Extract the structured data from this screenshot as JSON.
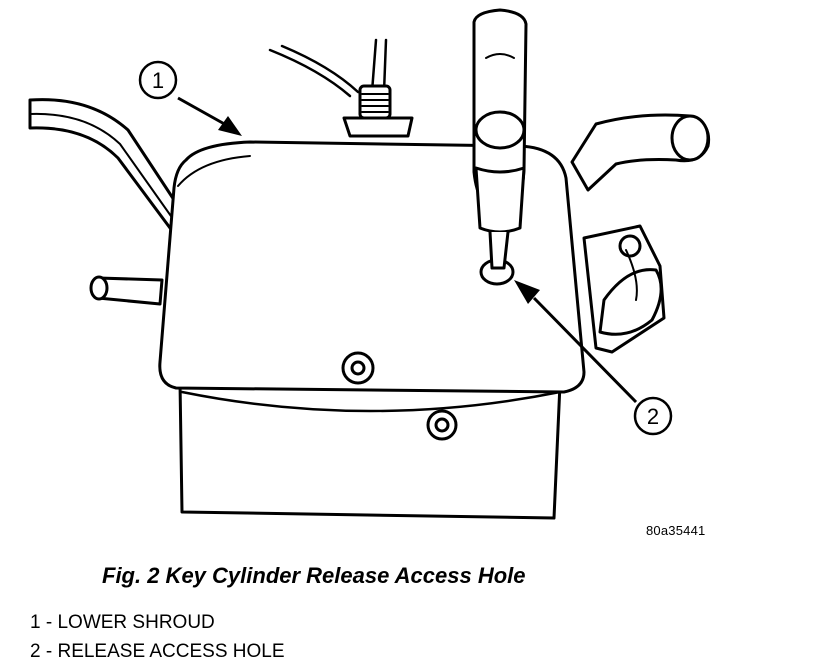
{
  "figure": {
    "id_code": "80a35441",
    "caption": "Fig. 2 Key Cylinder Release Access Hole"
  },
  "callouts": [
    {
      "number": "1",
      "label": "LOWER SHROUD"
    },
    {
      "number": "2",
      "label": "RELEASE ACCESS HOLE"
    }
  ],
  "legend": [
    {
      "number": "1",
      "separator": " - ",
      "label": "LOWER SHROUD"
    },
    {
      "number": "2",
      "separator": " - ",
      "label": "RELEASE ACCESS HOLE"
    }
  ]
}
